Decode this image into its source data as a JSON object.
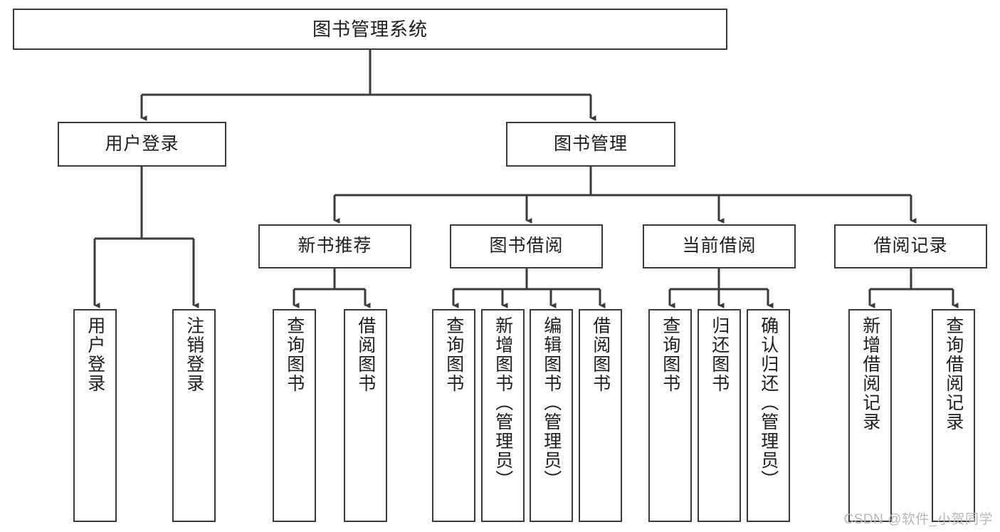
{
  "diagram": {
    "title": "图书管理系统",
    "type": "tree-hierarchy-diagram",
    "watermark": "CSDN @软件_小贺同学",
    "colors": {
      "border": "#3a3a3a",
      "background": "#ffffff",
      "text": "#1d1d1d",
      "watermark": "#b9b9b9"
    },
    "nodes": {
      "root": {
        "label": "图书管理系统"
      },
      "level2": [
        {
          "label": "用户登录"
        },
        {
          "label": "图书管理"
        }
      ],
      "level3": [
        {
          "label": "新书推荐"
        },
        {
          "label": "图书借阅"
        },
        {
          "label": "当前借阅"
        },
        {
          "label": "借阅记录"
        }
      ],
      "leaves_user_login": [
        {
          "label": "用户登录"
        },
        {
          "label": "注销登录"
        }
      ],
      "leaves_new_book": [
        {
          "label": "查询图书"
        },
        {
          "label": "借阅图书"
        }
      ],
      "leaves_borrow": [
        {
          "label": "查询图书"
        },
        {
          "label": "新增图书（管理员）"
        },
        {
          "label": "编辑图书（管理员）"
        },
        {
          "label": "借阅图书"
        }
      ],
      "leaves_current": [
        {
          "label": "查询图书"
        },
        {
          "label": "归还图书"
        },
        {
          "label": "确认归还（管理员）"
        }
      ],
      "leaves_record": [
        {
          "label": "新增借阅记录"
        },
        {
          "label": "查询借阅记录"
        }
      ]
    }
  }
}
